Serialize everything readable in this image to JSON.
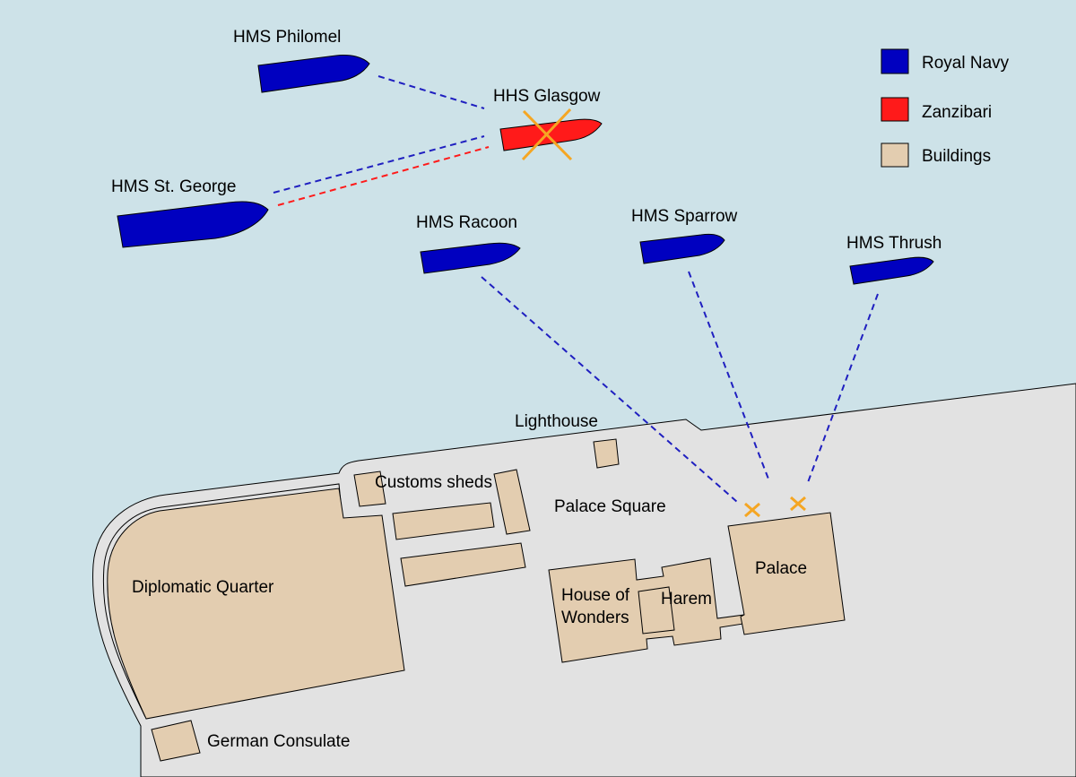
{
  "colors": {
    "sea": "#cde2e8",
    "land": "#e2e2e2",
    "royal_navy": "#0000c0",
    "zanzibari": "#ff1a1a",
    "buildings": "#e3cdb0",
    "fire_blue": "#1f1fc0",
    "fire_red": "#ff1a1a",
    "hit_marker": "#f5a623"
  },
  "legend": [
    {
      "label": "Royal Navy",
      "color": "#0000c0"
    },
    {
      "label": "Zanzibari",
      "color": "#ff1a1a"
    },
    {
      "label": "Buildings",
      "color": "#e3cdb0"
    }
  ],
  "ships": {
    "philomel": "HMS Philomel",
    "glasgow": "HHS Glasgow",
    "st_george": "HMS St. George",
    "racoon": "HMS Racoon",
    "sparrow": "HMS Sparrow",
    "thrush": "HMS Thrush"
  },
  "buildings": {
    "lighthouse": "Lighthouse",
    "customs_sheds": "Customs sheds",
    "palace_square": "Palace Square",
    "diplomatic_quarter": "Diplomatic Quarter",
    "house_of_wonders_line1": "House of",
    "house_of_wonders_line2": "Wonders",
    "harem": "Harem",
    "palace": "Palace",
    "german_consulate": "German Consulate"
  }
}
